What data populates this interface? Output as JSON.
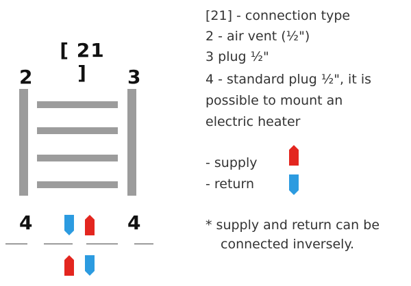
{
  "diagram": {
    "connection_code": "[ 21 ]",
    "labels": {
      "top_left": "2",
      "top_right": "3",
      "bottom_left": "4",
      "bottom_right": "4"
    },
    "colors": {
      "frame": "#9c9c9c",
      "supply": "#e3261f",
      "return": "#2c9be0"
    },
    "arrows": {
      "top_left": "return",
      "top_right": "supply",
      "bottom_left": "supply",
      "bottom_right": "return"
    }
  },
  "legend": {
    "line1": "[21] - connection type",
    "line2": "2 - air vent (½\")",
    "line3": "3   plug ½\"",
    "line4": "4 - standard plug ½\", it is",
    "line5": "possible to mount an",
    "line6": "electric heater",
    "supply_label": "- supply",
    "return_label": "- return",
    "note_line1": "* supply and return can be",
    "note_line2": "connected inversely."
  }
}
